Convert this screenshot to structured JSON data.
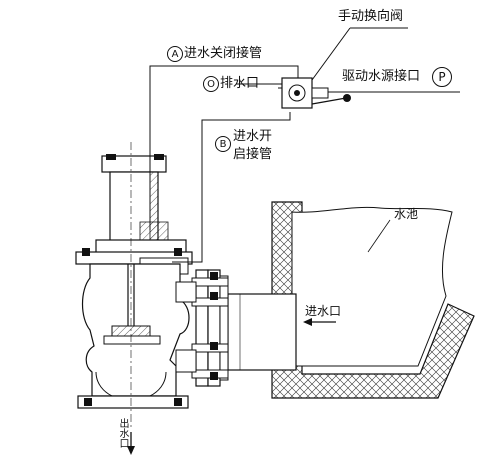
{
  "labels": {
    "manual_valve": "手动换向阀",
    "inlet_close_pipe": "进水关闭接管",
    "drain_port": "排水口",
    "drive_water_port": "驱动水源接口",
    "inlet_open_pipe_line1": "进水开",
    "inlet_open_pipe_line2": "启接管",
    "pool": "水池",
    "inlet_port": "进水口",
    "outlet_port": "出水口"
  },
  "markers": {
    "a": "A",
    "o": "O",
    "b": "B",
    "p": "P"
  }
}
